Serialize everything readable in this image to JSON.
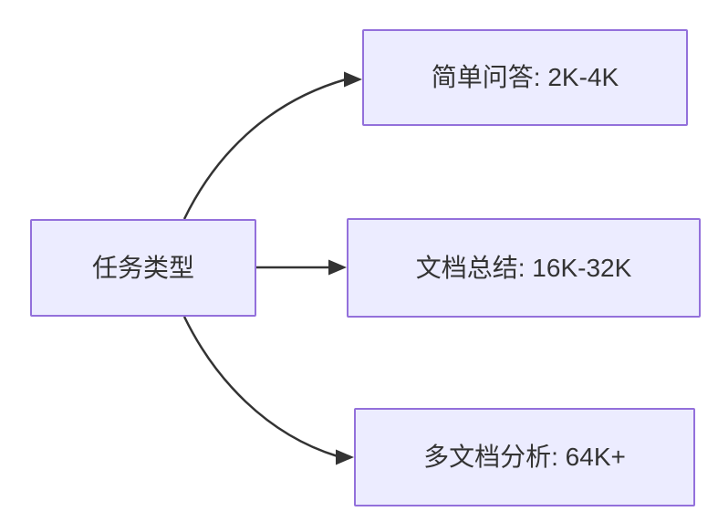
{
  "diagram": {
    "type": "flowchart-LR",
    "root": {
      "id": "task-type",
      "label": "任务类型"
    },
    "children": [
      {
        "id": "simple-qa",
        "label": "简单问答: 2K-4K"
      },
      {
        "id": "doc-summary",
        "label": "文档总结: 16K-32K"
      },
      {
        "id": "multi-doc",
        "label": "多文档分析: 64K+"
      }
    ],
    "edges": [
      {
        "from": "task-type",
        "to": "simple-qa"
      },
      {
        "from": "task-type",
        "to": "doc-summary"
      },
      {
        "from": "task-type",
        "to": "multi-doc"
      }
    ],
    "colors": {
      "node_fill": "#ECECFF",
      "node_border": "#9370DB",
      "edge_stroke": "#333333",
      "text": "#333333",
      "background": "#FFFFFF"
    }
  }
}
